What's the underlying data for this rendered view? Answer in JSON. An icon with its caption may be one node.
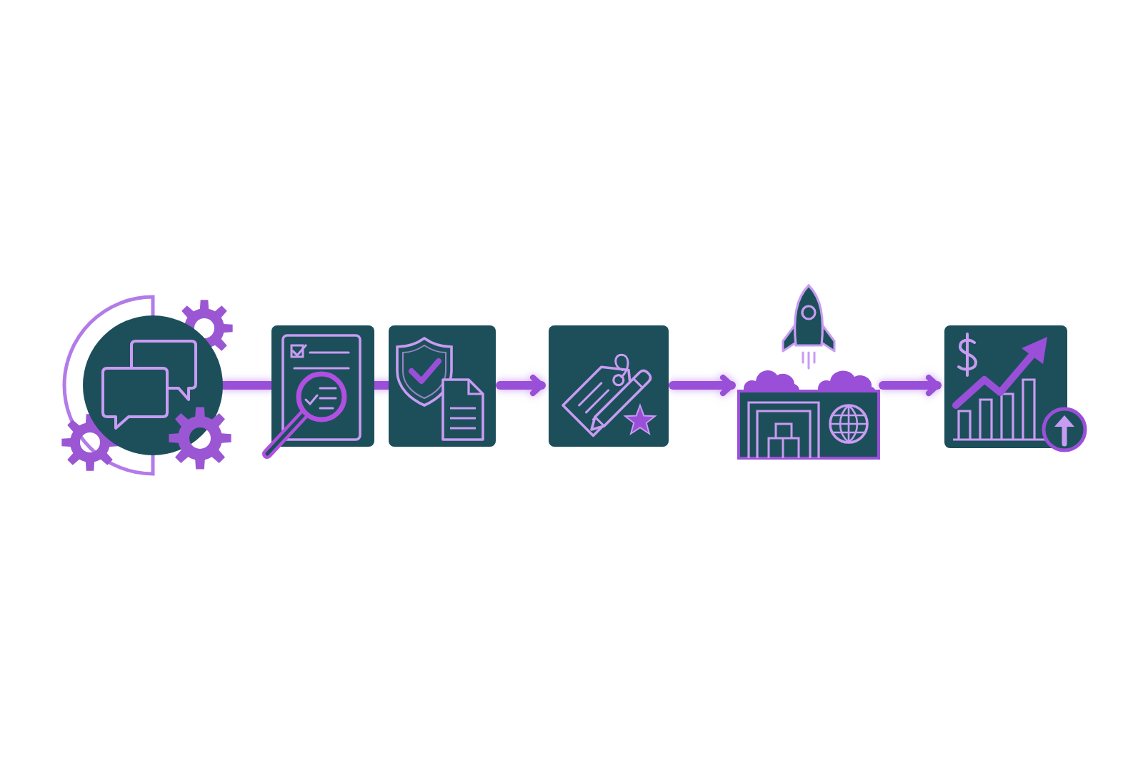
{
  "diagram": {
    "nodes": [
      {
        "text": [],
        "shape": "picture"
      },
      {
        "text": [],
        "shape": "picture"
      },
      {
        "text": [],
        "shape": "picture"
      },
      {
        "text": [],
        "shape": "picture"
      },
      {
        "text": [],
        "shape": "picture"
      },
      {
        "text": [],
        "shape": "picture"
      }
    ],
    "edges": [
      {
        "from": 0,
        "to": 1,
        "arrow": "none"
      },
      {
        "from": 1,
        "to": 2,
        "arrow": "none"
      },
      {
        "from": 2,
        "to": 3,
        "arrow": "to"
      },
      {
        "from": 3,
        "to": 4,
        "arrow": "to"
      },
      {
        "from": 4,
        "to": 5,
        "arrow": "to"
      }
    ]
  }
}
